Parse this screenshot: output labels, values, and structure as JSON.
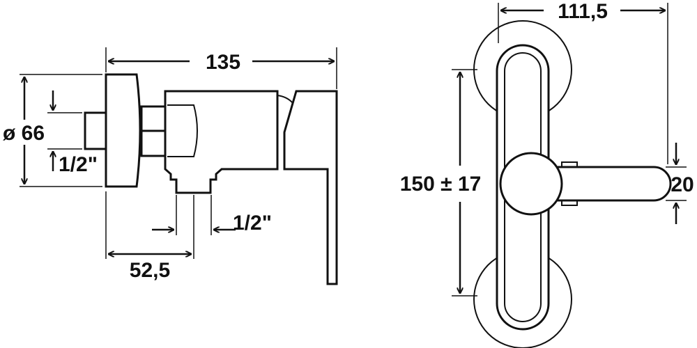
{
  "side_view": {
    "overall_length": "135",
    "flange_diameter": "ø 66",
    "inlet_thread": "1/2\"",
    "outlet_thread": "1/2\"",
    "outlet_offset": "52,5"
  },
  "front_view": {
    "centre_distance_width": "111,5",
    "centre_distance": "150 ± 17",
    "lever_width": "20"
  },
  "colors": {
    "line": "#111111",
    "background": "#ffffff"
  }
}
